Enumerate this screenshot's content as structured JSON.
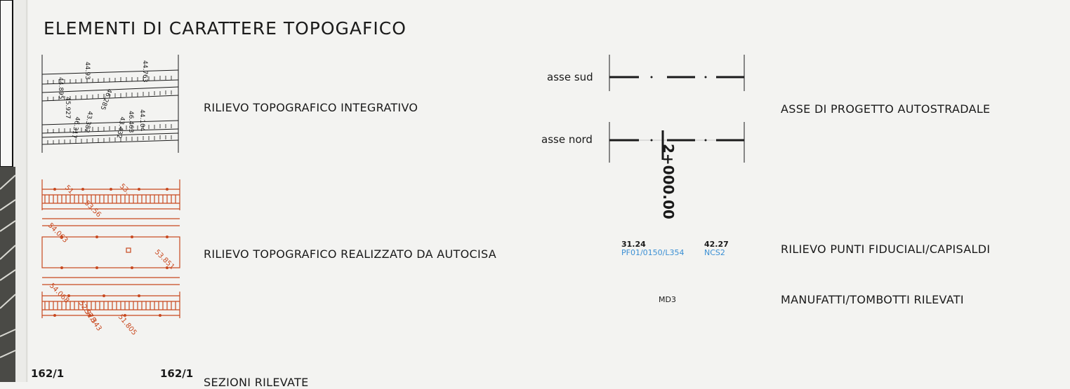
{
  "page_title": "ELEMENTI DI CARATTERE TOPOGAFICO",
  "legend_left": [
    {
      "label": "RILIEVO TOPOGRAFICO INTEGRATIVO"
    },
    {
      "label": "RILIEVO TOPOGRAFICO REALIZZATO DA AUTOCISA"
    },
    {
      "label": "SEZIONI RILEVATE"
    }
  ],
  "legend_right": [
    {
      "label": "ASSE DI PROGETTO AUTOSTRADALE"
    },
    {
      "label": "RILIEVO PUNTI FIDUCIALI/CAPISALDI"
    },
    {
      "label": "MANUFATTI/TOMBOTTI RILEVATI"
    }
  ],
  "axis_symbol": {
    "south_label": "asse sud",
    "north_label": "asse nord",
    "chainage": "2+000.00"
  },
  "survey_integrative_values": [
    "44.93",
    "44.763",
    "44.895",
    "45.927",
    "46.285",
    "43.382",
    "44.104",
    "43.432",
    "46.463",
    "46.317"
  ],
  "survey_autocisa_values": [
    "51.",
    "53.",
    "53.56",
    "54.063",
    "53.851",
    "54.068",
    "52.978",
    "52.343",
    "51.805"
  ],
  "fiducial": {
    "left_value": "31.24",
    "left_code": "PF01/0150/L354",
    "right_value": "42.27",
    "right_code": "NCS2"
  },
  "manufatto_code": "MD3",
  "section_labels": {
    "left": "162/1",
    "right": "162/1"
  },
  "colors": {
    "survey_red": "#c8481f",
    "fiducial_blue": "#3a8fd4",
    "ink": "#1a1a1a"
  }
}
